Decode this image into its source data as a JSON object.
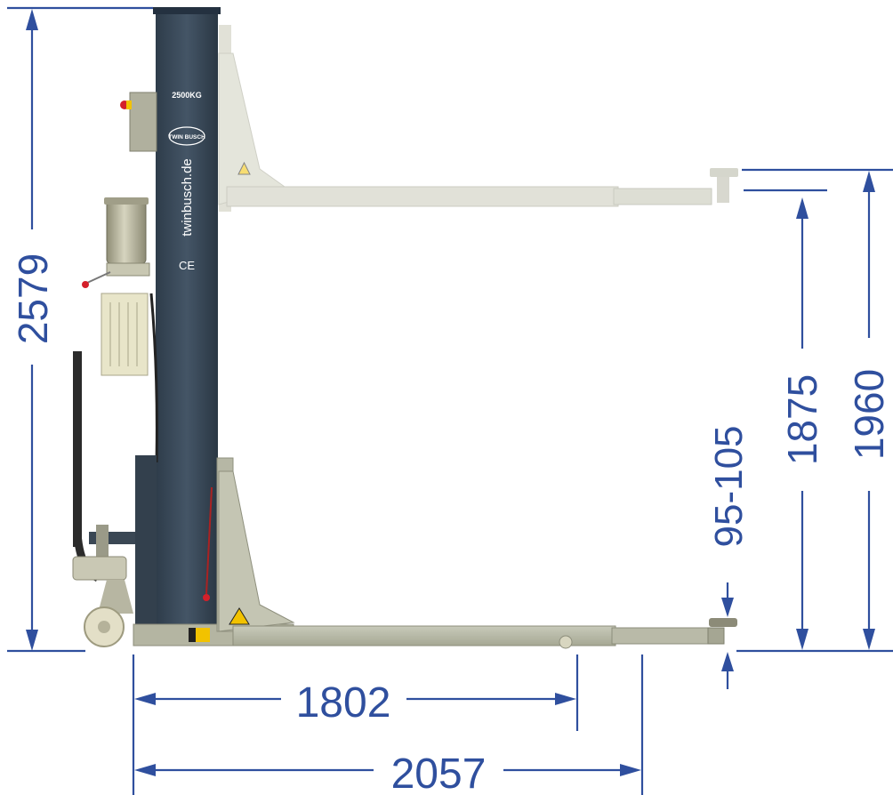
{
  "colors": {
    "dimension": "#2f4f9e",
    "column": "#3a4a59",
    "arm": "#b9bba8",
    "arm_faded": "#d3d5c8",
    "base": "#b2b3a0",
    "warning": "#f2c200",
    "knob": "#d4202a"
  },
  "column": {
    "capacity": "2500KG",
    "brand": "TWIN BUSCH",
    "website": "twinbusch.de",
    "mark": "CE"
  },
  "dimensions": {
    "total_height": "2579",
    "max_lift_height": "1960",
    "lift_travel": "1875",
    "min_pad_height": "95-105",
    "arm_reach_short": "1802",
    "arm_reach_long": "2057"
  }
}
